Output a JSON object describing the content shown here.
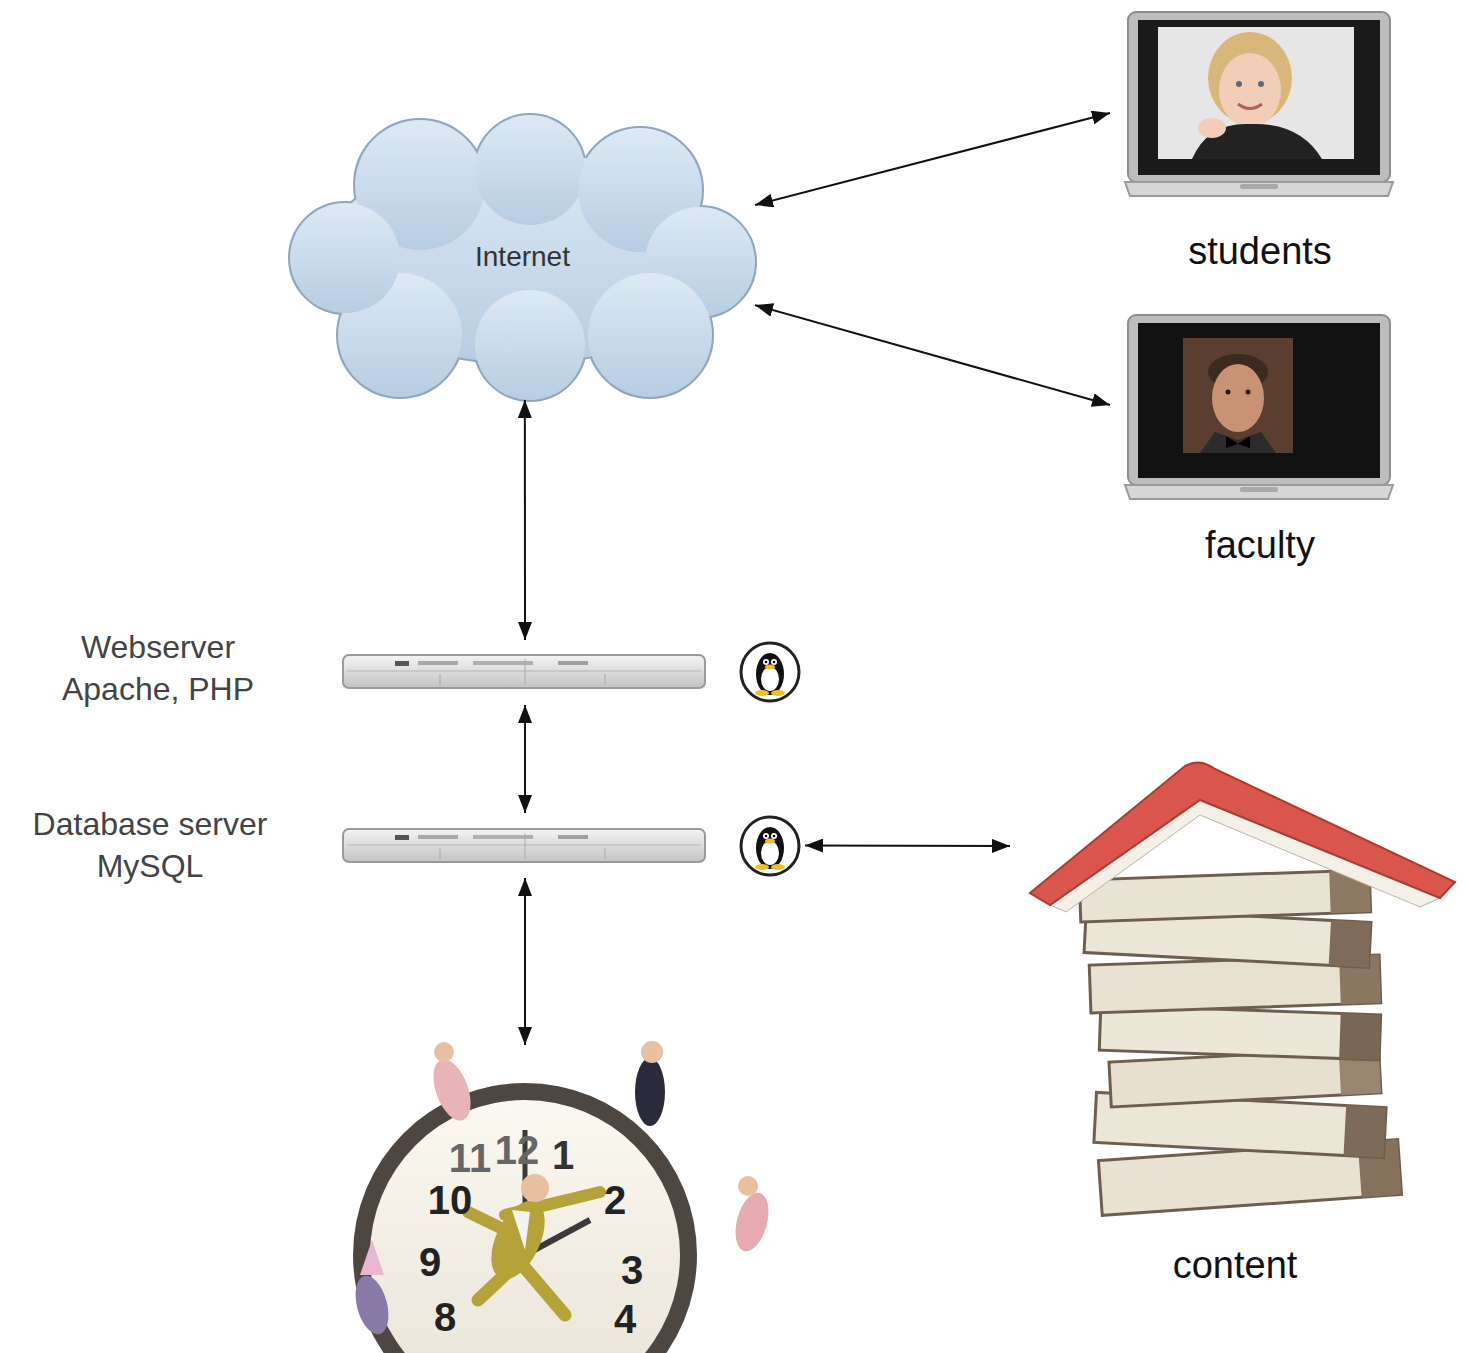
{
  "diagram": {
    "nodes": [
      {
        "text": [
          "Internet"
        ]
      },
      {
        "text": [
          "students"
        ]
      },
      {
        "text": [
          "faculty"
        ]
      },
      {
        "text": [
          "Webserver Apache, PHP"
        ]
      },
      {
        "text": [
          "Database server MySQL"
        ]
      },
      {
        "text": [
          "content"
        ]
      },
      {
        "text": [
          "11",
          "12",
          "1",
          "10",
          "2",
          "9",
          "3",
          "8",
          "4"
        ]
      }
    ],
    "edges": [
      {
        "from": 0,
        "to": 1,
        "arrow": "both"
      },
      {
        "from": 0,
        "to": 2,
        "arrow": "both"
      },
      {
        "from": 0,
        "to": 3,
        "arrow": "both"
      },
      {
        "from": 3,
        "to": 4,
        "arrow": "both"
      },
      {
        "from": 4,
        "to": 5,
        "arrow": "both"
      },
      {
        "from": 4,
        "to": 6,
        "arrow": "both"
      }
    ]
  }
}
